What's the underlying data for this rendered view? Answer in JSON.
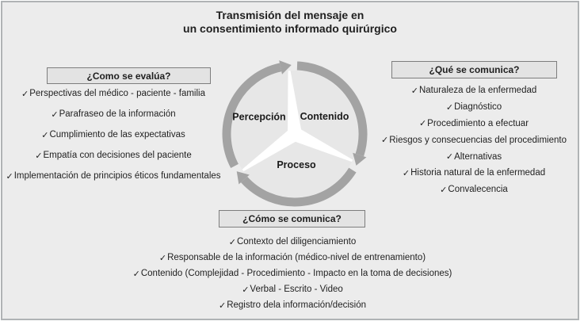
{
  "title": {
    "line1": "Transmisión del mensaje en",
    "line2": "un consentimiento informado quirúrgico"
  },
  "icons": {
    "check": "✓"
  },
  "cycle": {
    "segments": [
      {
        "label": "Percepción"
      },
      {
        "label": "Contenido"
      },
      {
        "label": "Proceso"
      }
    ]
  },
  "sections": {
    "evaluation": {
      "header": "¿Como se evalúa?",
      "items": [
        "Perspectivas del médico - paciente - familia",
        "Parafraseo de la información",
        "Cumplimiento de las expectativas",
        "Empatía con decisiones del paciente",
        "Implementación de principios éticos fundamentales"
      ]
    },
    "what": {
      "header": "¿Qué se comunica?",
      "items": [
        "Naturaleza de la enfermedad",
        "Diagnóstico",
        "Procedimiento a efectuar",
        "Riesgos y consecuencias del procedimiento",
        "Alternativas",
        "Historia natural de la enfermedad",
        "Convalecencia"
      ]
    },
    "how": {
      "header": "¿Cómo se comunica?",
      "items": [
        "Contexto del diligenciamiento",
        "Responsable de la información (médico-nivel de entrenamiento)",
        "Contenido (Complejidad - Procedimiento - Impacto en la toma de decisiones)",
        "Verbal - Escrito - Video",
        "Registro dela información/decisión"
      ]
    }
  },
  "colors": {
    "background": "#ececec",
    "frame_border": "#b0b3b5",
    "ring": "#a3a3a3",
    "inner_disc": "#e7e7e7",
    "divider": "#ffffff",
    "header_box_bg": "#e3e3e3",
    "header_box_border": "#7d7d7d",
    "text": "#1f1f1f"
  }
}
